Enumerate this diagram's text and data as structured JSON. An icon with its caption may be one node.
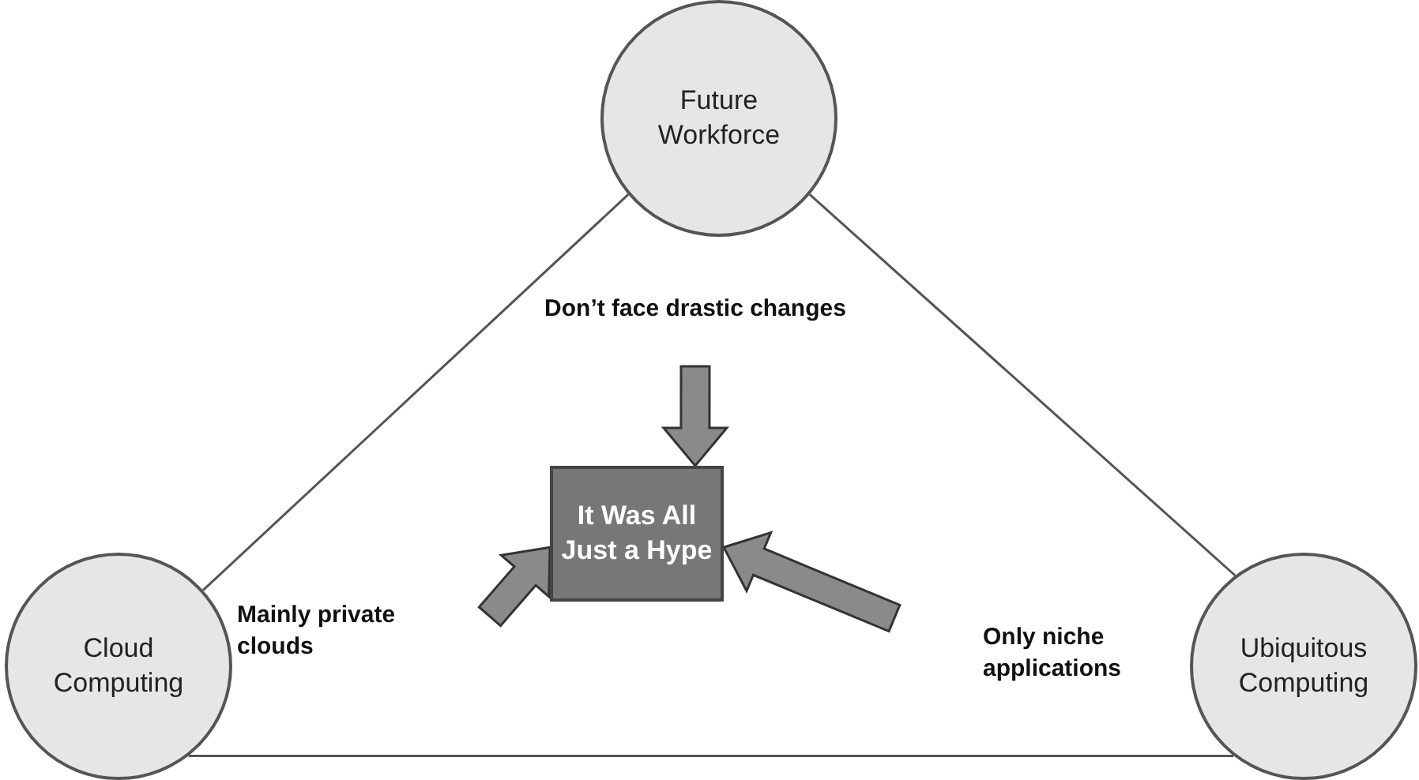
{
  "diagram": {
    "nodes": [
      {
        "text": [
          "Future Workforce"
        ]
      },
      {
        "text": [
          "Cloud Computing"
        ]
      },
      {
        "text": [
          "Ubiquitous Computing"
        ]
      },
      {
        "text": [
          "It Was All Just a Hype"
        ]
      },
      {
        "text": [
          "Don’t face drastic changes"
        ]
      },
      {
        "text": [
          "Mainly private clouds"
        ]
      },
      {
        "text": [
          "Only niche applications"
        ]
      }
    ],
    "edges": [
      {
        "from": 0,
        "to": 1,
        "arrow": "none"
      },
      {
        "from": 0,
        "to": 2,
        "arrow": "none"
      },
      {
        "from": 1,
        "to": 2,
        "arrow": "none"
      },
      {
        "from": 4,
        "to": 3,
        "arrow": "to",
        "style": "thick"
      },
      {
        "from": 5,
        "to": 3,
        "arrow": "to",
        "style": "thick"
      },
      {
        "from": 6,
        "to": 3,
        "arrow": "to",
        "style": "thick"
      }
    ]
  }
}
